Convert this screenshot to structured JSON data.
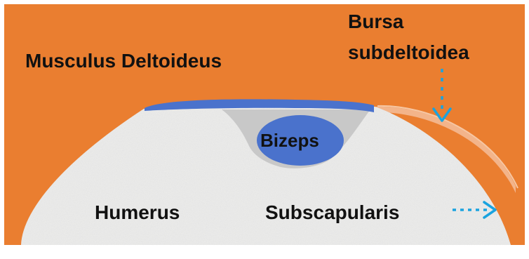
{
  "labels": {
    "deltoid": "Musculus Deltoideus",
    "bursa_line1": "Bursa",
    "bursa_line2": "subdeltoidea",
    "biceps": "Bizeps",
    "humerus": "Humerus",
    "subscapularis": "Subscapularis"
  },
  "colors": {
    "muscle_orange": "#ea7e30",
    "bone_gray": "#ececeb",
    "groove_gray": "#c8c8c8",
    "bursa_blue": "#4a72cc",
    "arrow_cyan": "#1aa3df",
    "text": "#111111"
  },
  "icons": {
    "bursa_pointer": "arrow-down-icon",
    "subscapularis_pointer": "arrow-right-icon"
  }
}
